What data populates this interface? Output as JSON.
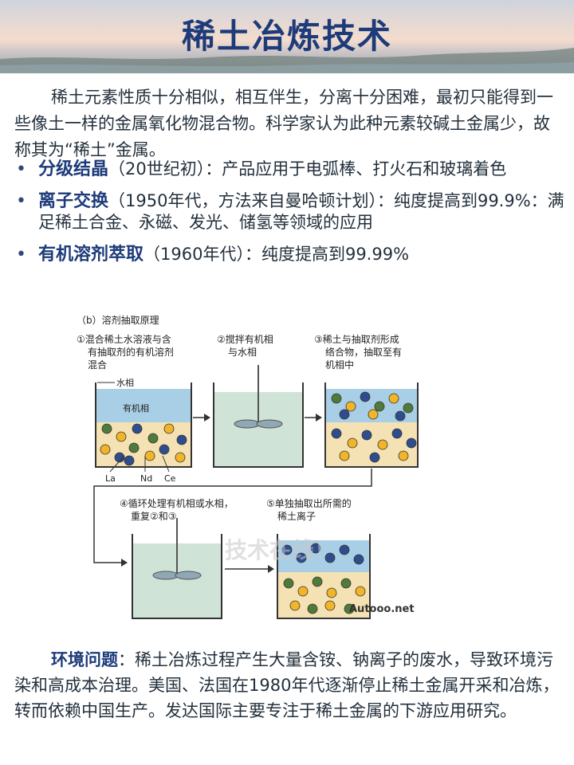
{
  "title": "稀土冶炼技术",
  "intro": "稀土元素性质十分相似，相互伴生，分离十分困难，最初只能得到一些像土一样的金属氧化物混合物。科学家认为此种元素较碱土金属少，故称其为“稀土”金属。",
  "bullets": [
    {
      "term": "分级结晶",
      "text": "（20世纪初）：产品应用于电弧棒、打火石和玻璃着色"
    },
    {
      "term": "离子交换",
      "text": "（1950年代，方法来自曼哈顿计划）：纯度提高到99.9%：满足稀土合金、永磁、发光、储氢等领域的应用"
    },
    {
      "term": "有机溶剂萃取",
      "text": "（1960年代）：纯度提高到99.99%"
    }
  ],
  "diagram": {
    "header": "（b）溶剂抽取原理",
    "step1": [
      "①混合稀土水溶液与含",
      "有抽取剂的有机溶剂",
      "混合"
    ],
    "step2": [
      "②搅拌有机相",
      "与水相"
    ],
    "step3": [
      "③稀土与抽取剂形成",
      "络合物，抽取至有",
      "机相中"
    ],
    "step4": [
      "④循环处理有机相或水相，",
      "重复②和③"
    ],
    "step5": [
      "⑤单独抽取出所需的",
      "稀土离子"
    ],
    "water_label": "水相",
    "organic_label": "有机相",
    "element_labels": [
      "La",
      "Nd",
      "Ce"
    ],
    "colors": {
      "la": "#2f4c8c",
      "nd": "#4f7a3a",
      "ce": "#f2b428",
      "water": "#a9cfe6",
      "organic": "#f5e2b4",
      "mixed": "#cfe3d6"
    },
    "watermark_brand": "技术在线！",
    "source": "Autooo.net"
  },
  "footer": {
    "term": "环境问题",
    "text": "：稀土冶炼过程产生大量含铵、钠离子的废水，导致环境污染和高成本治理。美国、法国在1980年代逐渐停止稀土金属开采和冶炼，转而依赖中国生产。发达国际主要专注于稀土金属的下游应用研究。"
  }
}
